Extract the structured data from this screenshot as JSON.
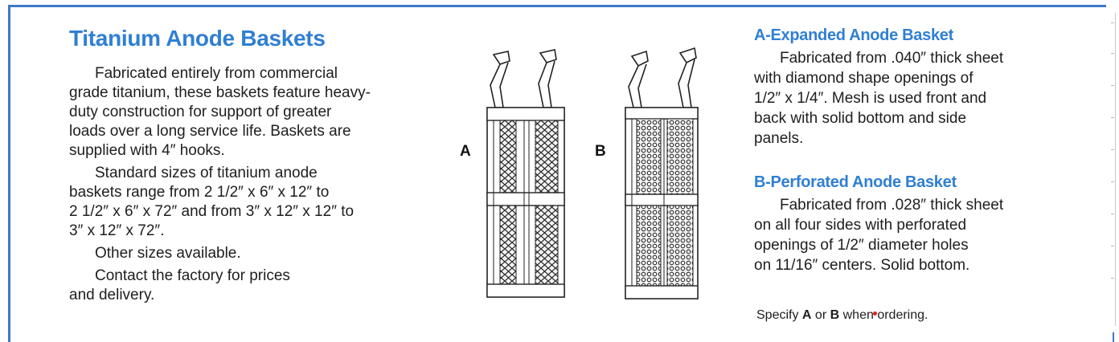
{
  "title": "Titanium Anode Baskets",
  "left_paragraphs": [
    [
      "Fabricated entirely from commercial",
      "grade titanium, these baskets feature heavy-",
      "duty construction for support of greater",
      "loads over a long service life. Baskets are",
      "supplied with 4″ hooks."
    ],
    [
      "Standard sizes of titanium anode",
      "baskets range from 2 1/2″ x 6″ x 12″ to",
      "2 1/2″ x 6″ x 72″ and from 3″ x 12″ x 12″ to",
      "3″ x 12″ x 72″."
    ],
    [
      "Other sizes available."
    ],
    [
      "Contact the factory for prices",
      "and delivery."
    ]
  ],
  "figure_labels": {
    "a": "A",
    "b": "B"
  },
  "section_a": {
    "title": "A-Expanded Anode Basket",
    "lines": [
      "Fabricated from .040″ thick sheet",
      "with diamond shape openings of",
      "1/2″ x 1/4″. Mesh is used front and",
      "back with solid bottom and side",
      "panels."
    ]
  },
  "section_b": {
    "title": "B-Perforated Anode Basket",
    "lines": [
      "Fabricated from .028″ thick sheet",
      "on all four sides with perforated",
      "openings of 1/2″ diameter holes",
      "on 11/16″ centers. Solid bottom."
    ]
  },
  "specify": {
    "prefix": "Specify ",
    "a": "A",
    "middle": " or ",
    "b": "B",
    "suffix": " when ordering."
  },
  "colors": {
    "heading": "#2f7fd3",
    "border": "#3f78c8",
    "text": "#1e1e1e"
  }
}
